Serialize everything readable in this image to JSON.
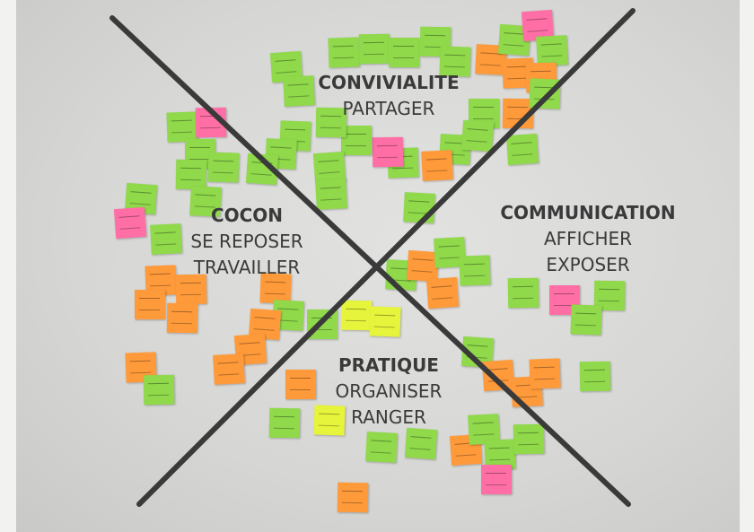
{
  "quadrants": {
    "top": {
      "title": "CONVIVIALITE",
      "lines": [
        "PARTAGER"
      ]
    },
    "left": {
      "title": "COCON",
      "lines": [
        "SE REPOSER",
        "TRAVAILLER"
      ]
    },
    "right": {
      "title": "COMMUNICATION",
      "lines": [
        "AFFICHER",
        "EXPOSER"
      ]
    },
    "bottom": {
      "title": "PRATIQUE",
      "lines": [
        "ORGANISER",
        "RANGER"
      ]
    }
  },
  "colors": {
    "green": "#8fd94a",
    "orange": "#ff9a3a",
    "pink": "#ff6fa6",
    "yellow": "#e6f53c",
    "line": "#3a3a3a"
  }
}
